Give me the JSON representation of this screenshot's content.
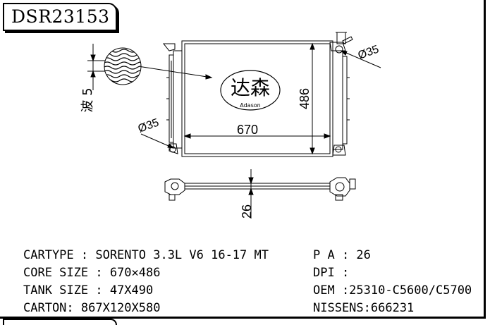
{
  "model_code": "DSR23153",
  "drawing": {
    "logo_chinese": "达森",
    "logo_latin": "Adason",
    "width_dim": "670",
    "height_dim": "486",
    "inlet_dia": "Ø35",
    "outlet_dia": "Ø35",
    "fin_label": "波 5",
    "depth_dim": "26"
  },
  "specs": {
    "cartype": "CARTYPE : SORENTO 3.3L V6 16-17 MT",
    "core_size": "CORE SIZE : 670✕486",
    "tank_size": "TANK SIZE : 47X490",
    "carton": "CARTON: 867X120X580",
    "pa": "P A : 26",
    "dpi": "DPI :",
    "oem": "OEM :25310-C5600/C5700",
    "nissens": "NISSENS:666231"
  }
}
